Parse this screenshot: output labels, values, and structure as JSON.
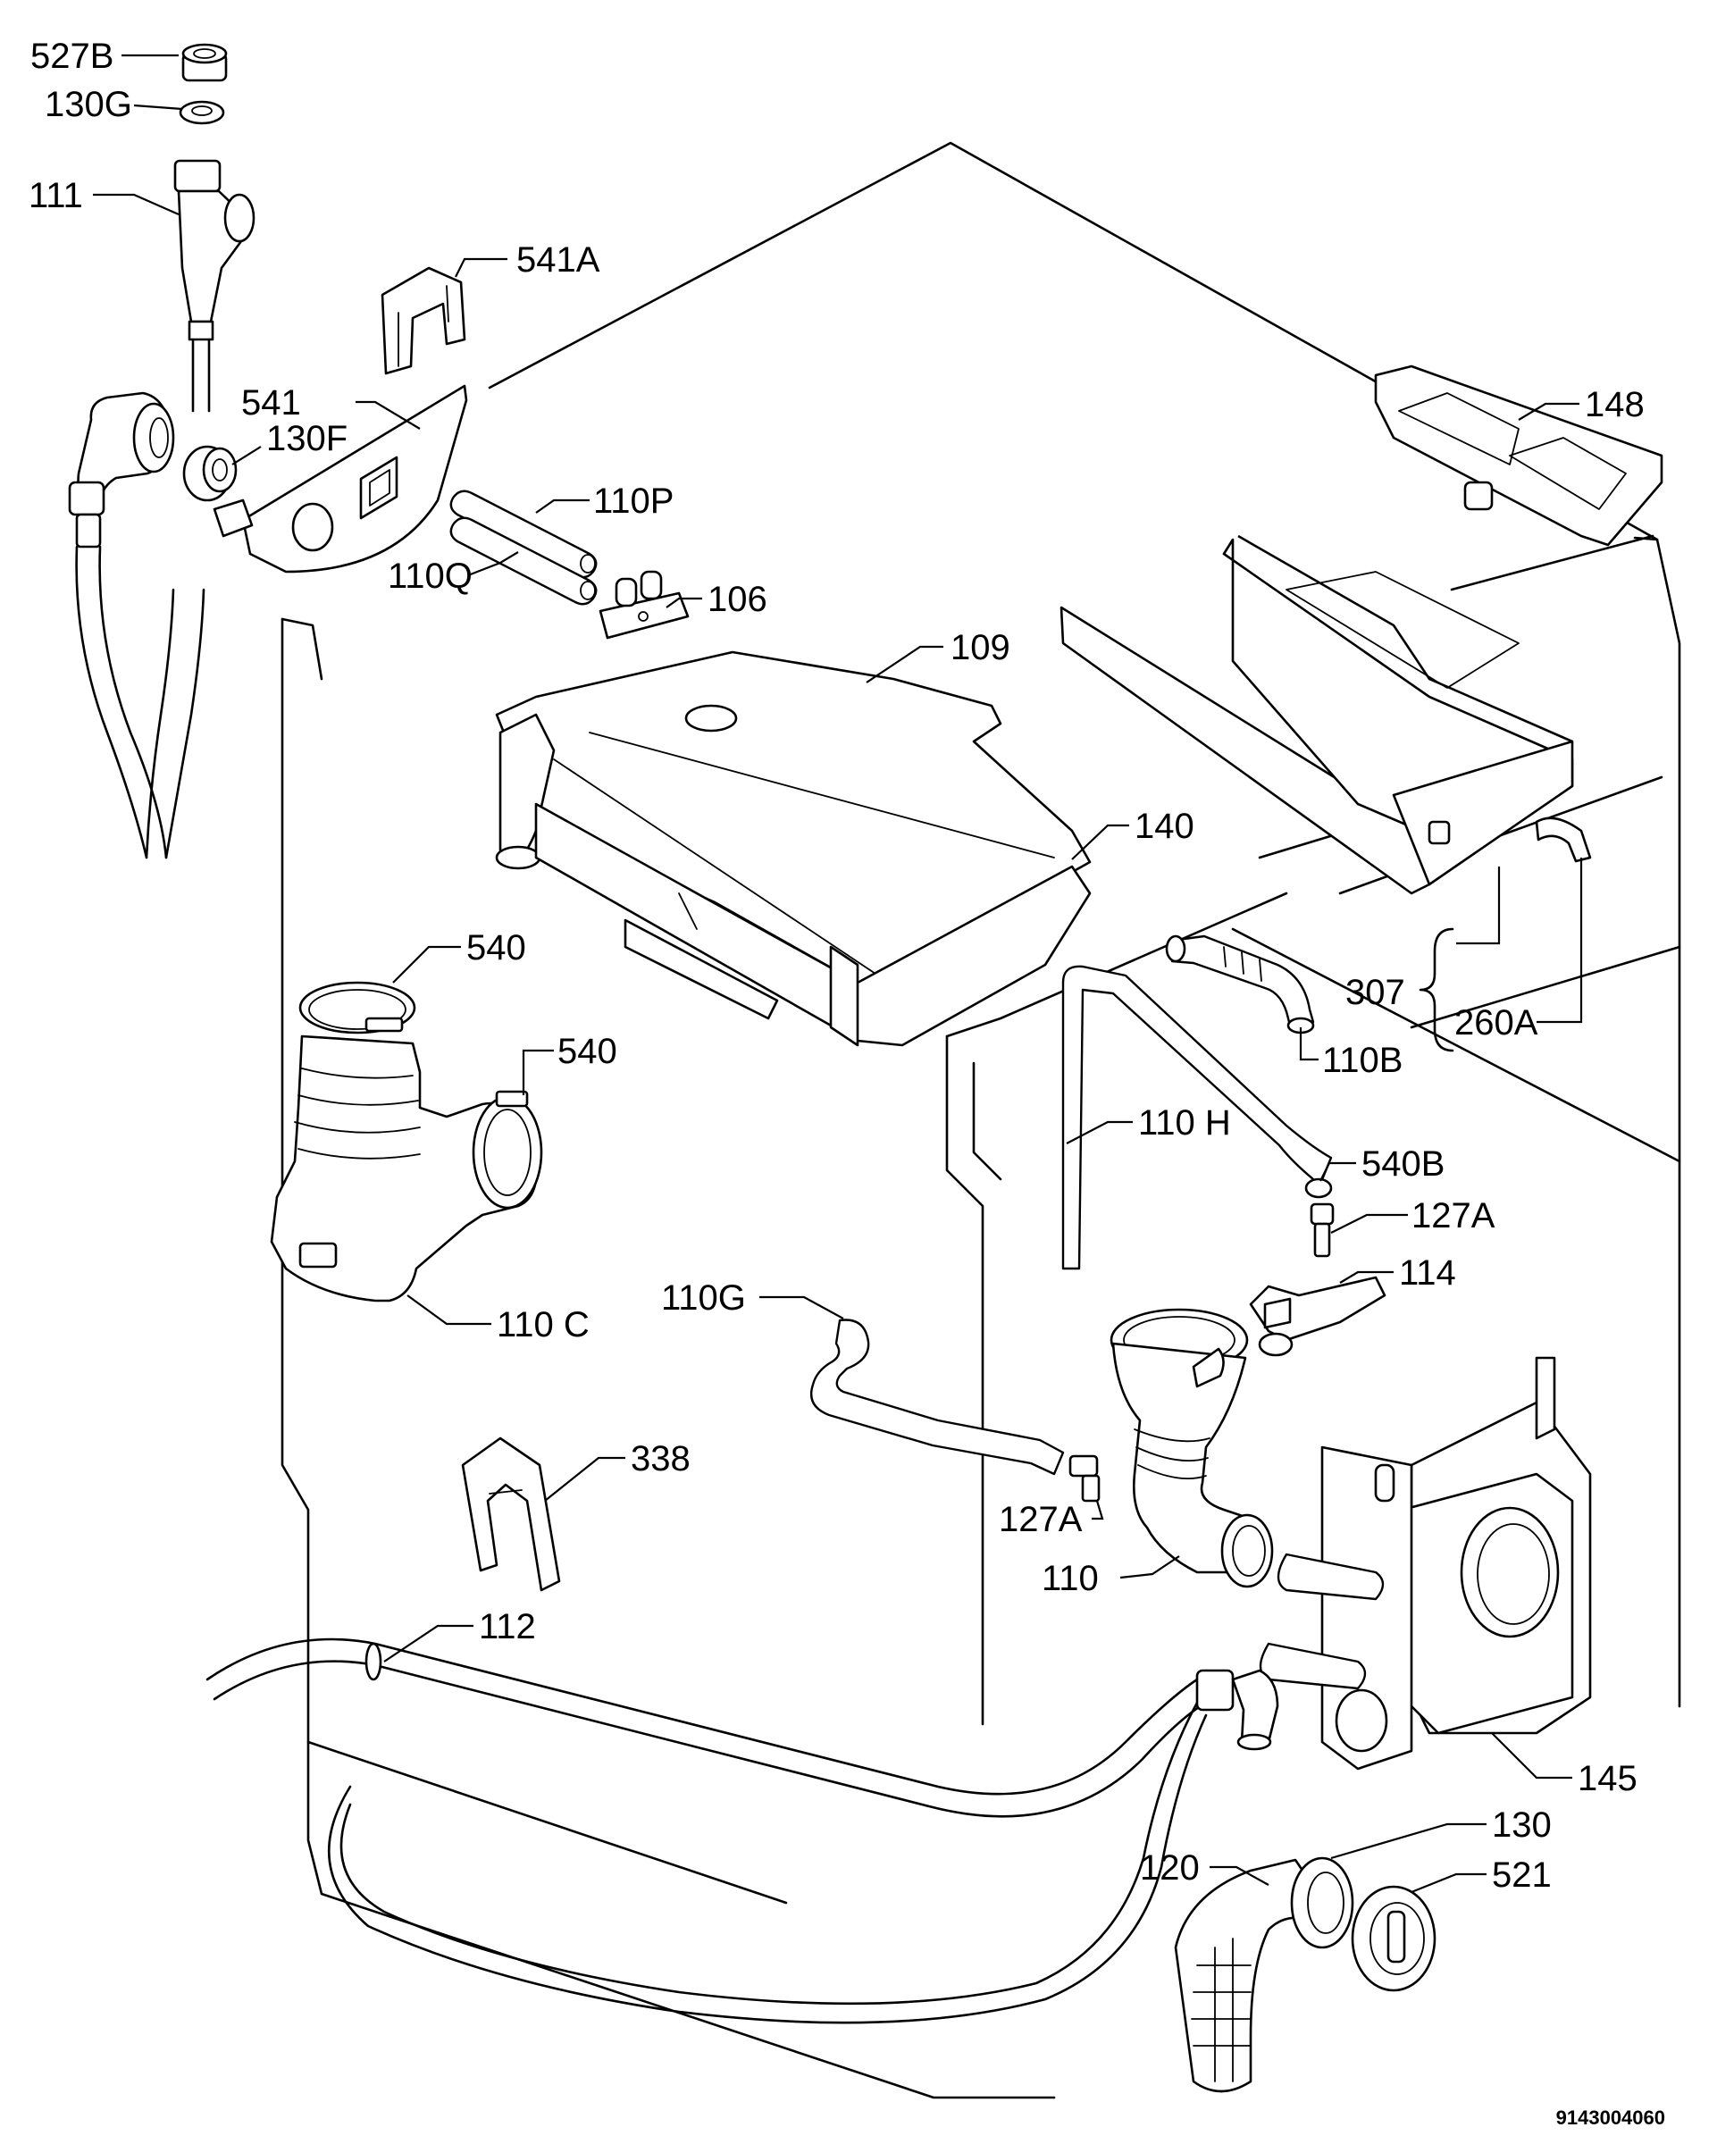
{
  "diagram": {
    "document_id": "9143004060",
    "callouts": [
      {
        "id": "c527b",
        "text": "527B"
      },
      {
        "id": "c130g",
        "text": "130G"
      },
      {
        "id": "c111",
        "text": "111"
      },
      {
        "id": "c541a",
        "text": "541A"
      },
      {
        "id": "c541",
        "text": "541"
      },
      {
        "id": "c130f",
        "text": "130F"
      },
      {
        "id": "c110p",
        "text": "110P"
      },
      {
        "id": "c110q",
        "text": "110Q"
      },
      {
        "id": "c106",
        "text": "106"
      },
      {
        "id": "c109",
        "text": "109"
      },
      {
        "id": "c148",
        "text": "148"
      },
      {
        "id": "c140",
        "text": "140"
      },
      {
        "id": "c307",
        "text": "307"
      },
      {
        "id": "c260a",
        "text": "260A"
      },
      {
        "id": "c110b",
        "text": "110B"
      },
      {
        "id": "c540a",
        "text": "540"
      },
      {
        "id": "c540b2",
        "text": "540"
      },
      {
        "id": "c110h",
        "text": "110 H"
      },
      {
        "id": "c540b",
        "text": "540B"
      },
      {
        "id": "c127a1",
        "text": "127A"
      },
      {
        "id": "c114",
        "text": "114"
      },
      {
        "id": "c110c",
        "text": "110 C"
      },
      {
        "id": "c110g",
        "text": "110G"
      },
      {
        "id": "c338",
        "text": "338"
      },
      {
        "id": "c127a2",
        "text": "127A"
      },
      {
        "id": "c110",
        "text": "110"
      },
      {
        "id": "c112",
        "text": "112"
      },
      {
        "id": "c145",
        "text": "145"
      },
      {
        "id": "c130",
        "text": "130"
      },
      {
        "id": "c120",
        "text": "120"
      },
      {
        "id": "c521",
        "text": "521"
      }
    ]
  }
}
